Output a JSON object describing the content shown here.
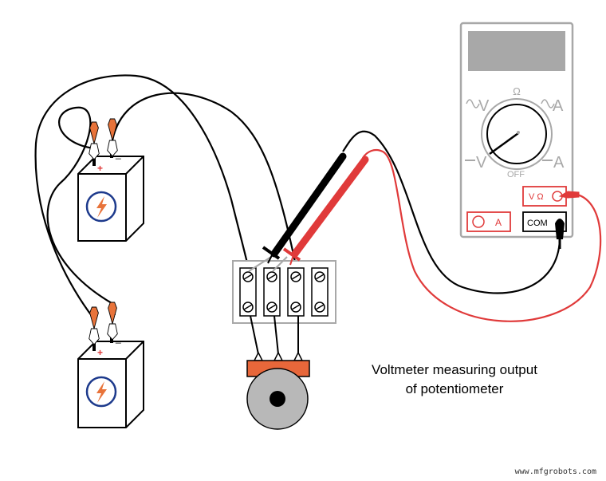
{
  "caption": {
    "line1": "Voltmeter measuring output",
    "line2": "of potentiometer"
  },
  "watermark": "www.mfgrobots.com",
  "multimeter": {
    "labels": {
      "ac_volts": "V",
      "ohms": "Ω",
      "ac_amps": "A",
      "dc_volts": "V",
      "off": "OFF",
      "dc_amps": "A"
    },
    "jacks": {
      "volt_ohm": "V Ω",
      "amps": "A",
      "common": "COM"
    }
  },
  "batteries": [
    {
      "plus": "+",
      "minus": "_",
      "icon": "lightning-icon"
    },
    {
      "plus": "+",
      "minus": "_",
      "icon": "lightning-icon"
    }
  ],
  "terminal_strip": {
    "terminals": 4
  },
  "colors": {
    "red_lead": "#e03a3a",
    "clip_orange": "#e8733a",
    "pot_orange": "#e8673a",
    "pot_knob": "#b8b8b8",
    "meter_gray": "#a8a8a8",
    "battery_icon_blue": "#1d3a8c",
    "battery_icon_orange": "#e8733a"
  }
}
